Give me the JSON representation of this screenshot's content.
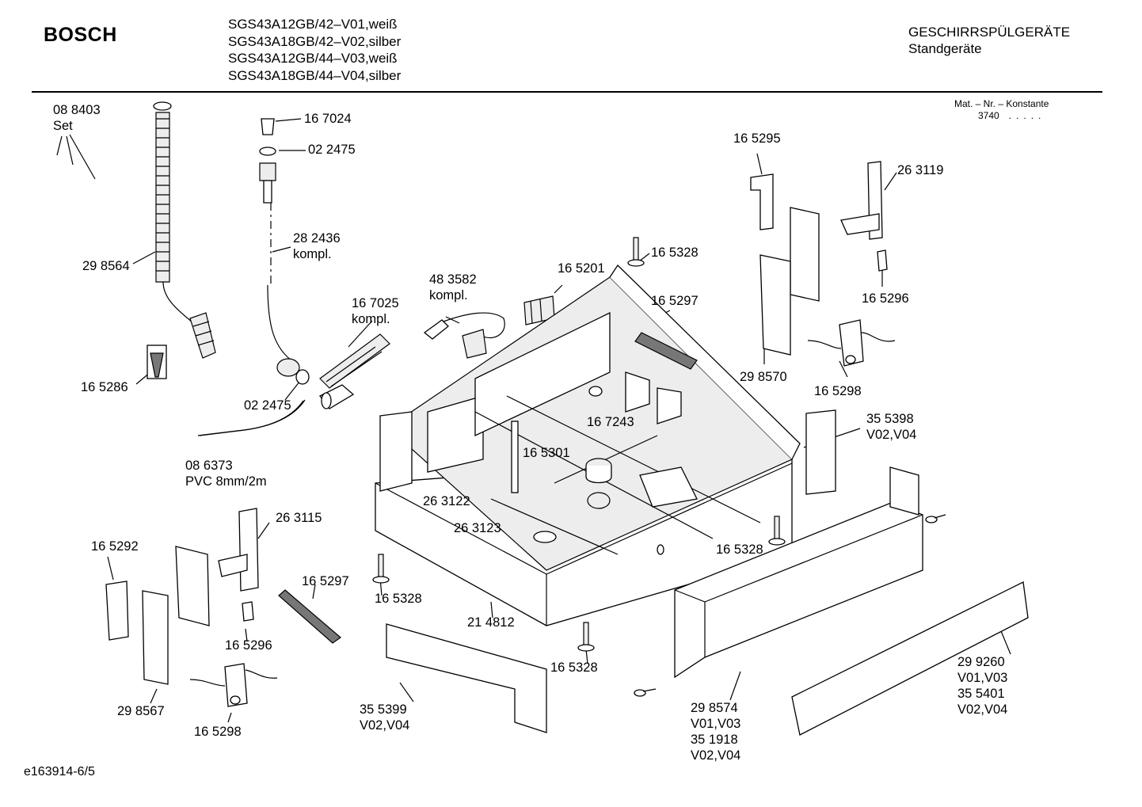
{
  "header": {
    "brand": "BOSCH",
    "models": [
      "SGS43A12GB/42–V01,weiß",
      "SGS43A18GB/42–V02,silber",
      "SGS43A12GB/44–V03,weiß",
      "SGS43A18GB/44–V04,silber"
    ],
    "category": "GESCHIRRSPÜLGERÄTE",
    "subcategory": "Standgeräte",
    "mat_label": "Mat. – Nr. – Konstante",
    "mat_value": "3740",
    "mat_dots": "....."
  },
  "parts": [
    {
      "id": "p01",
      "lines": [
        "08 8403",
        "Set"
      ]
    },
    {
      "id": "p02",
      "lines": [
        "29 8564"
      ]
    },
    {
      "id": "p03",
      "lines": [
        "16 5286"
      ]
    },
    {
      "id": "p04",
      "lines": [
        "16 7024"
      ]
    },
    {
      "id": "p05",
      "lines": [
        "02 2475"
      ]
    },
    {
      "id": "p06",
      "lines": [
        "28 2436",
        "kompl."
      ]
    },
    {
      "id": "p07",
      "lines": [
        "16 7025",
        "kompl."
      ]
    },
    {
      "id": "p08",
      "lines": [
        "02 2475"
      ]
    },
    {
      "id": "p09",
      "lines": [
        "08 6373",
        "PVC 8mm/2m"
      ]
    },
    {
      "id": "p10",
      "lines": [
        "48 3582",
        "kompl."
      ]
    },
    {
      "id": "p11",
      "lines": [
        "16 5201"
      ]
    },
    {
      "id": "p12",
      "lines": [
        "16 5328"
      ]
    },
    {
      "id": "p13",
      "lines": [
        "16 5297"
      ]
    },
    {
      "id": "p14",
      "lines": [
        "16 5295"
      ]
    },
    {
      "id": "p15",
      "lines": [
        "26 3119"
      ]
    },
    {
      "id": "p16",
      "lines": [
        "16 5296"
      ]
    },
    {
      "id": "p17",
      "lines": [
        "29 8570"
      ]
    },
    {
      "id": "p18",
      "lines": [
        "16 5298"
      ]
    },
    {
      "id": "p19",
      "lines": [
        "16 7243"
      ]
    },
    {
      "id": "p20",
      "lines": [
        "16 5301"
      ]
    },
    {
      "id": "p21",
      "lines": [
        "26 3122"
      ]
    },
    {
      "id": "p22",
      "lines": [
        "26 3123"
      ]
    },
    {
      "id": "p23",
      "lines": [
        "35 5398",
        "V02,V04"
      ]
    },
    {
      "id": "p24",
      "lines": [
        "16 5328"
      ]
    },
    {
      "id": "p25",
      "lines": [
        "26 3115"
      ]
    },
    {
      "id": "p26",
      "lines": [
        "16 5292"
      ]
    },
    {
      "id": "p27",
      "lines": [
        "16 5297"
      ]
    },
    {
      "id": "p28",
      "lines": [
        "16 5296"
      ]
    },
    {
      "id": "p29",
      "lines": [
        "29 8567"
      ]
    },
    {
      "id": "p30",
      "lines": [
        "16 5298"
      ]
    },
    {
      "id": "p31",
      "lines": [
        "16 5328"
      ]
    },
    {
      "id": "p32",
      "lines": [
        "21 4812"
      ]
    },
    {
      "id": "p33",
      "lines": [
        "16 5328"
      ]
    },
    {
      "id": "p34",
      "lines": [
        "35 5399",
        "V02,V04"
      ]
    },
    {
      "id": "p35",
      "lines": [
        "29 8574",
        "V01,V03",
        "35 1918",
        "V02,V04"
      ]
    },
    {
      "id": "p36",
      "lines": [
        "29 9260",
        "V01,V03",
        "35 5401",
        "V02,V04"
      ]
    }
  ],
  "footer": {
    "code": "e163914-6/5"
  }
}
